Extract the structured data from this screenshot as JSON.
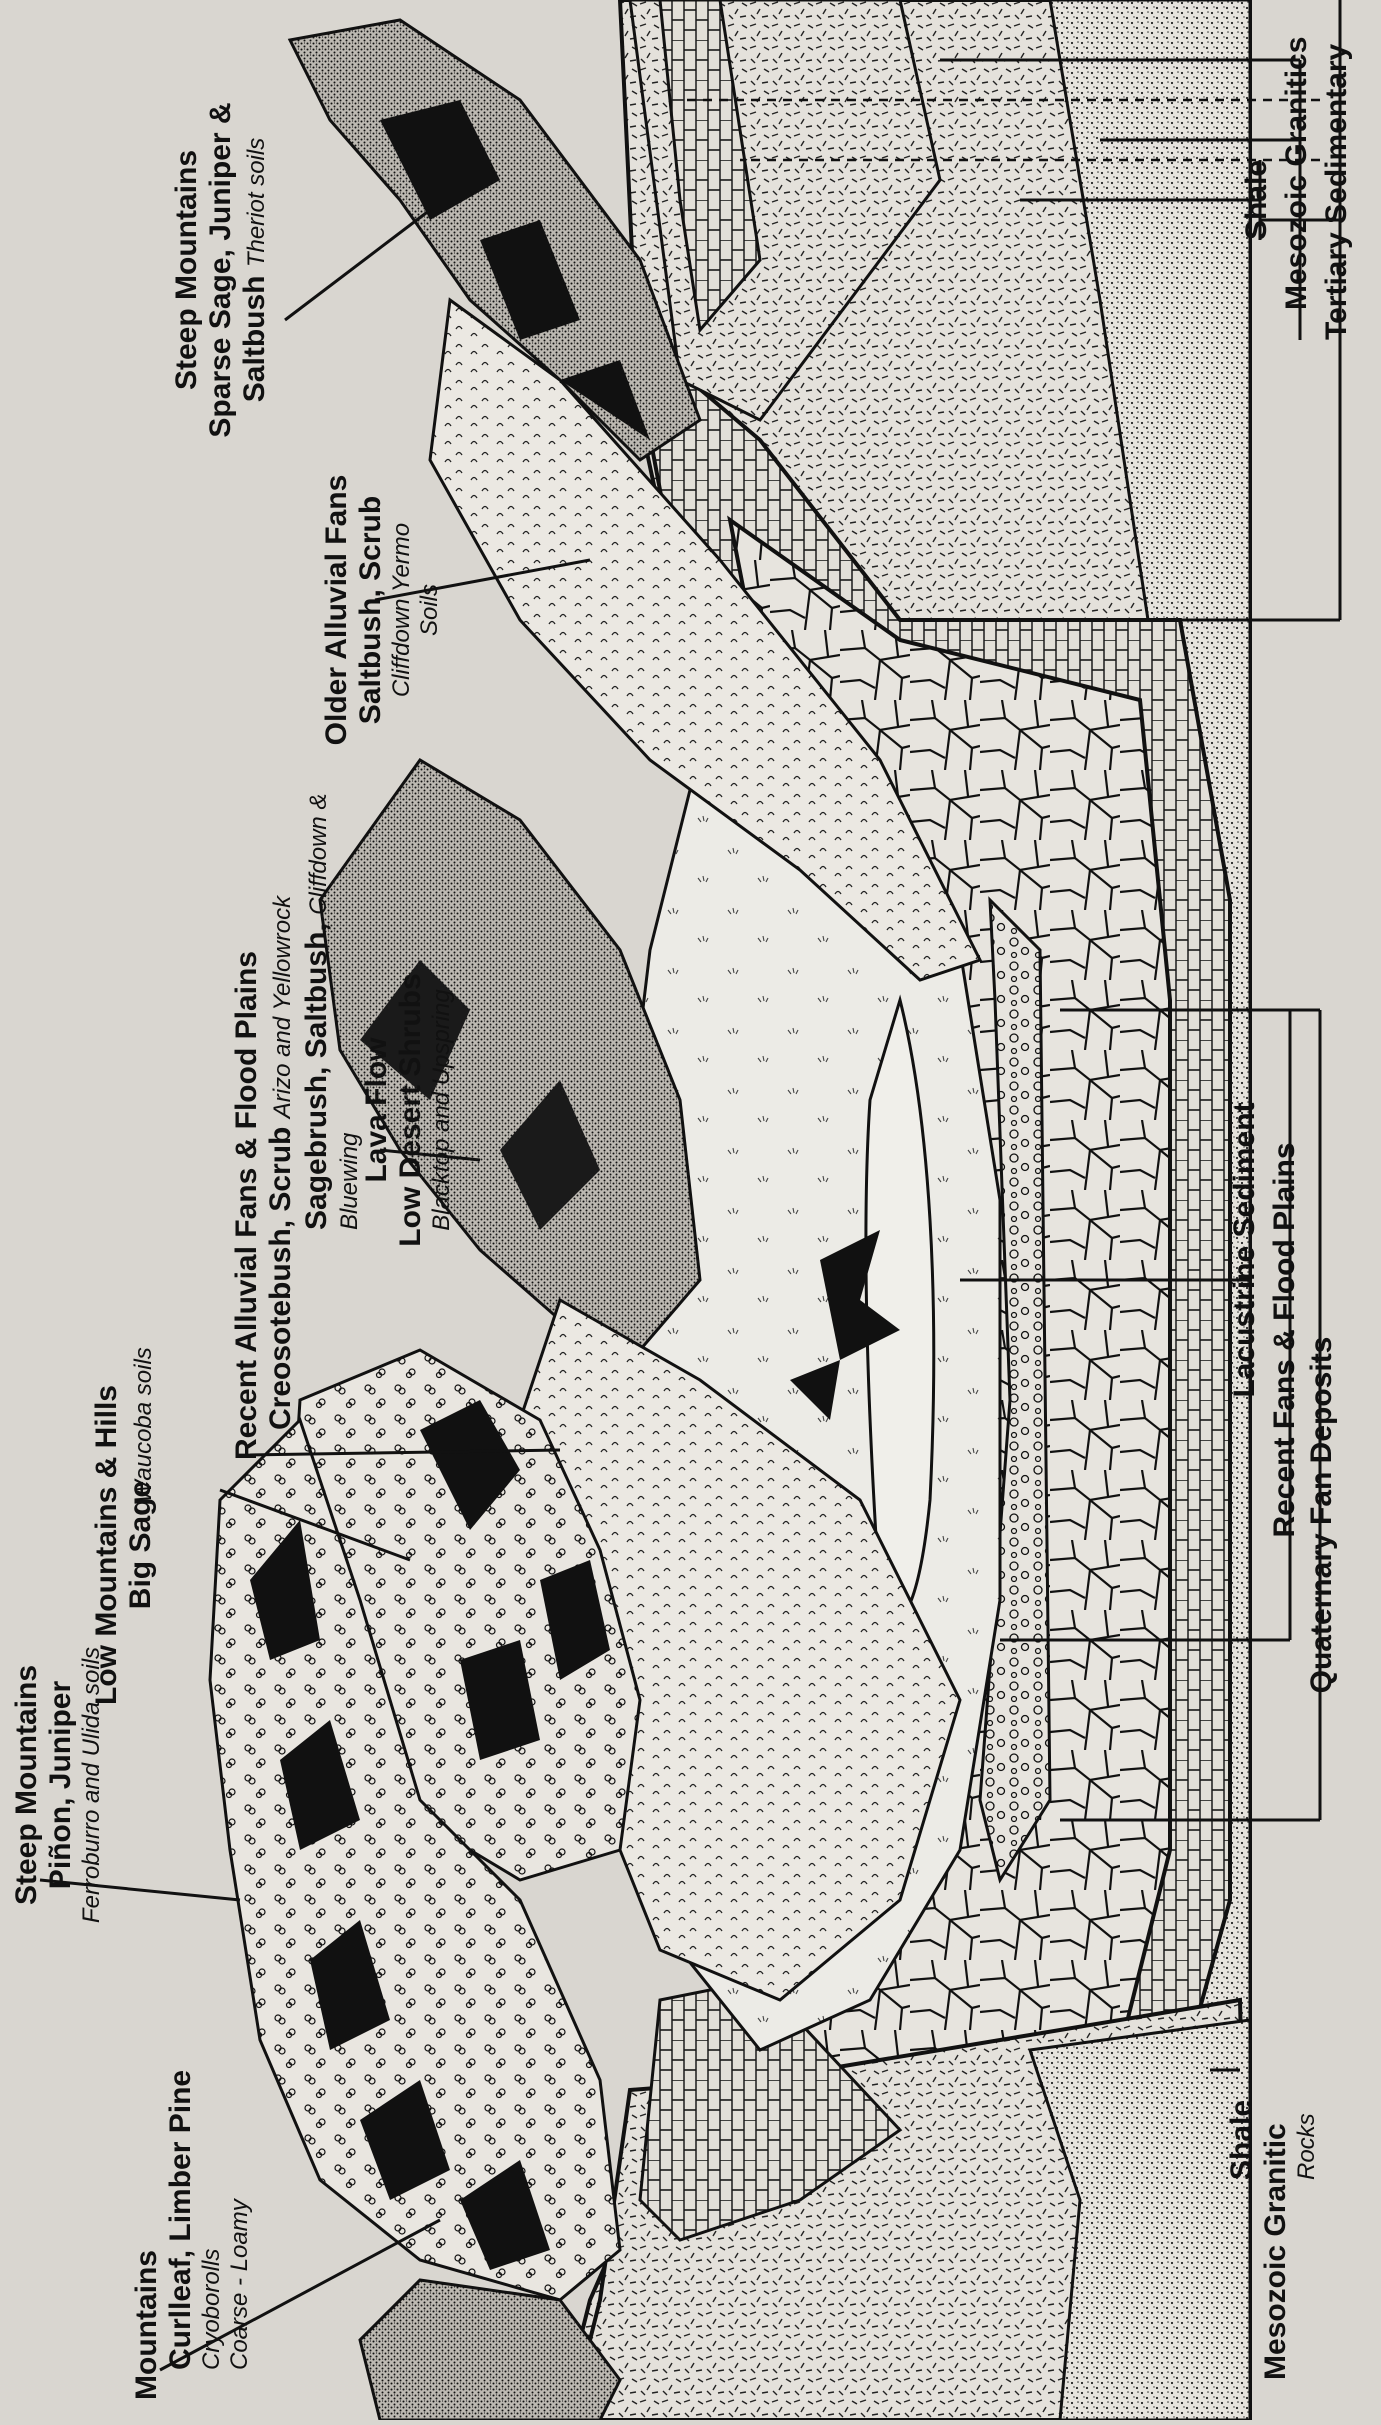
{
  "labels": {
    "mountains_limber": {
      "line1": "Mountains",
      "line2": "Curlleaf, Limber Pine",
      "line3": "Cryoborolls",
      "line4": "Coarse - Loamy"
    },
    "steep_pinon": {
      "line1": "Steep Mountains",
      "line2": "Piñon, Juniper",
      "line3": "Ferroburro and Ulida soils"
    },
    "low_mountains": {
      "line1": "Low Mountains & Hills",
      "line2": "Big Sage",
      "line3": "Waucoba soils"
    },
    "recent_alluvial": {
      "line1": "Recent Alluvial Fans & Flood Plains",
      "line2": "Creosotebush, Scrub",
      "line2_soils": "Arizo and Yellowrock",
      "line3": "Sagebrush, Saltbush,",
      "line3_soils": "Cliffdown &",
      "line4": "Bluewing"
    },
    "lava_flow": {
      "line1": "Lava Flow",
      "line2": "Low Desert Shrubs",
      "line3": "Blacktop and Upspring"
    },
    "older_alluvial": {
      "line1": "Older Alluvial Fans",
      "line2": "Saltbush, Scrub",
      "line3": "Cliffdown",
      "line3_soils": "Yermo",
      "line4": "Soils"
    },
    "steep_sparse": {
      "line1": "Steep Mountains",
      "line2": "Sparse Sage, Juniper &",
      "line3": "Saltbush",
      "line3_soils": "Theriot soils"
    },
    "shale_left": "Shale",
    "mesozoic_left_1": "Mesozoic Granitic",
    "mesozoic_left_2": "Rocks",
    "quaternary": "Quaternary Fan Deposits",
    "recent_fans": "Recent Fans & Flood Plains",
    "lacustrine": "Lacustrine Sediment",
    "tertiary": "Tertiary Sedimentary",
    "mesozoic_right": "Mesozoic Granitics",
    "shale_right": "Shale"
  }
}
